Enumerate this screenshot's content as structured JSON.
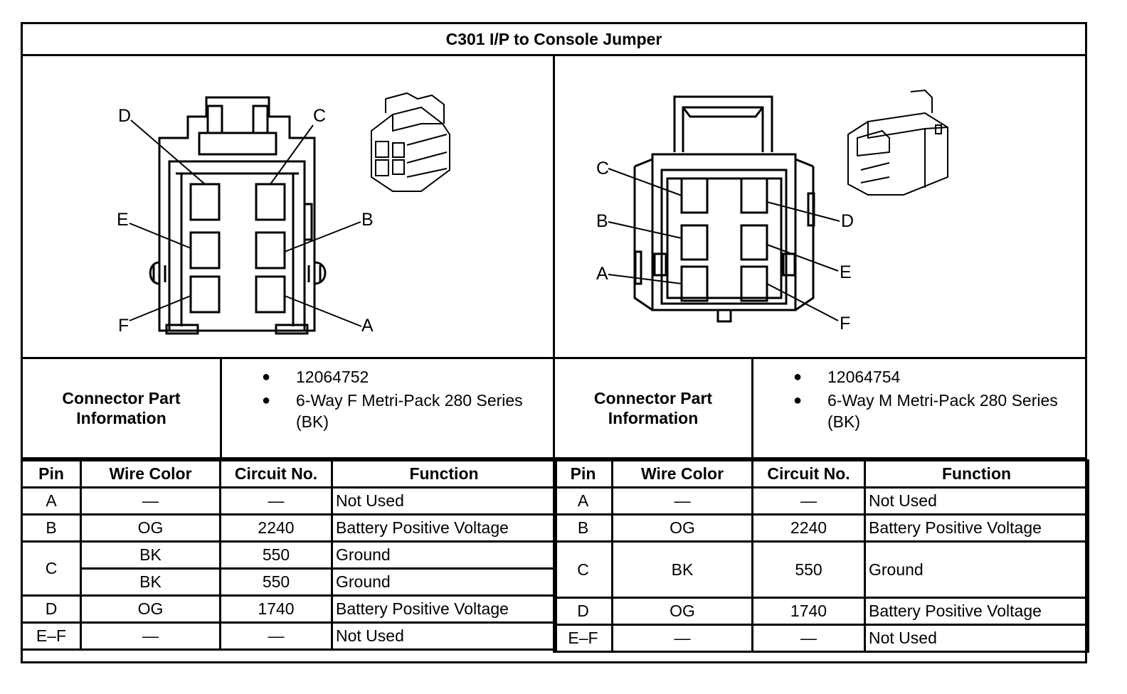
{
  "title": "C301 I/P to Console Jumper",
  "connectors": [
    {
      "side": "left",
      "pin_labels": [
        "D",
        "C",
        "E",
        "B",
        "F",
        "A"
      ],
      "label": "Connector Part Information",
      "part_info": [
        "12064752",
        "6-Way F Metri-Pack 280 Series (BK)"
      ],
      "headers": [
        "Pin",
        "Wire Color",
        "Circuit No.",
        "Function"
      ],
      "rows": [
        {
          "pin": "A",
          "wire_color": "—",
          "circuit": "—",
          "function": "Not Used"
        },
        {
          "pin": "B",
          "wire_color": "OG",
          "circuit": "2240",
          "function": "Battery Positive Voltage"
        },
        {
          "pin": "C",
          "wire_color": "BK",
          "circuit": "550",
          "function": "Ground"
        },
        {
          "pin": "",
          "wire_color": "BK",
          "circuit": "550",
          "function": "Ground"
        },
        {
          "pin": "D",
          "wire_color": "OG",
          "circuit": "1740",
          "function": "Battery Positive Voltage"
        },
        {
          "pin": "E–F",
          "wire_color": "—",
          "circuit": "—",
          "function": "Not Used"
        }
      ]
    },
    {
      "side": "right",
      "pin_labels": [
        "C",
        "B",
        "A",
        "D",
        "E",
        "F"
      ],
      "label": "Connector Part Information",
      "part_info": [
        "12064754",
        "6-Way M Metri-Pack 280 Series (BK)"
      ],
      "headers": [
        "Pin",
        "Wire Color",
        "Circuit No.",
        "Function"
      ],
      "rows": [
        {
          "pin": "A",
          "wire_color": "—",
          "circuit": "—",
          "function": "Not Used"
        },
        {
          "pin": "B",
          "wire_color": "OG",
          "circuit": "2240",
          "function": "Battery Positive Voltage"
        },
        {
          "pin": "C",
          "wire_color": "BK",
          "circuit": "550",
          "function": "Ground"
        },
        {
          "pin": "D",
          "wire_color": "OG",
          "circuit": "1740",
          "function": "Battery Positive Voltage"
        },
        {
          "pin": "E–F",
          "wire_color": "—",
          "circuit": "—",
          "function": "Not Used"
        }
      ]
    }
  ]
}
